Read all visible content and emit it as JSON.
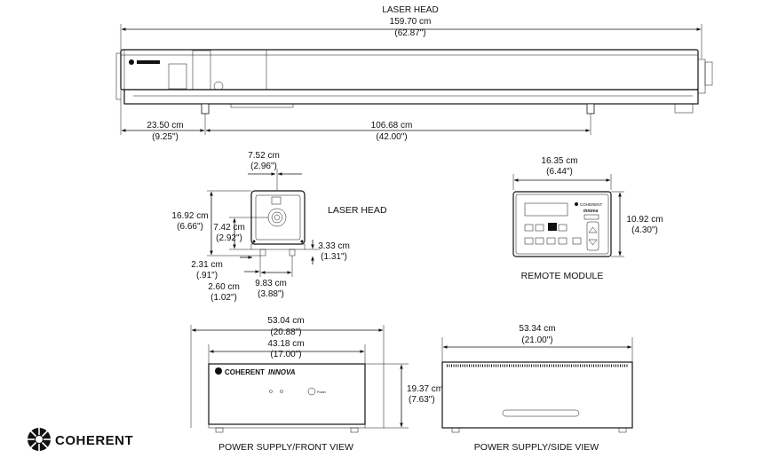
{
  "laser_head_top": {
    "title": "LASER HEAD",
    "overall_cm": "159.70 cm",
    "overall_in": "(62.87\")",
    "left_cm": "23.50 cm",
    "left_in": "(9.25\")",
    "mid_cm": "106.68 cm",
    "mid_in": "(42.00\")"
  },
  "laser_head_end": {
    "title": "LASER HEAD",
    "width_cm": "7.52 cm",
    "width_in": "(2.96\")",
    "height_cm": "16.92 cm",
    "height_in": "(6.66\")",
    "beam_cm": "7.42 cm",
    "beam_in": "(2.92\")",
    "foot_cm": "3.33 cm",
    "foot_in": "(1.31\")",
    "base_cm": "2.31 cm",
    "base_in": "(.91\")",
    "offset_cm": "2.60 cm",
    "offset_in": "(1.02\")",
    "feet_cm": "9.83 cm",
    "feet_in": "(3.88\")"
  },
  "remote_module": {
    "title": "REMOTE MODULE",
    "width_cm": "16.35 cm",
    "width_in": "(6.44\")",
    "height_cm": "10.92 cm",
    "height_in": "(4.30\")",
    "brand_small": "COHERENT",
    "product_small": "innova"
  },
  "power_supply_front": {
    "title": "POWER SUPPLY/FRONT VIEW",
    "width_cm": "53.04 cm",
    "width_in": "(20.88\")",
    "inner_cm": "43.18 cm",
    "inner_in": "(17.00\")",
    "height_cm": "19.37 cm",
    "height_in": "(7.63\")",
    "brand": "COHERENT",
    "product": "INNOVA",
    "power_label": "Power"
  },
  "power_supply_side": {
    "title": "POWER SUPPLY/SIDE VIEW",
    "width_cm": "53.34 cm",
    "width_in": "(21.00\")"
  },
  "brand": {
    "logo_text": "COHERENT"
  }
}
